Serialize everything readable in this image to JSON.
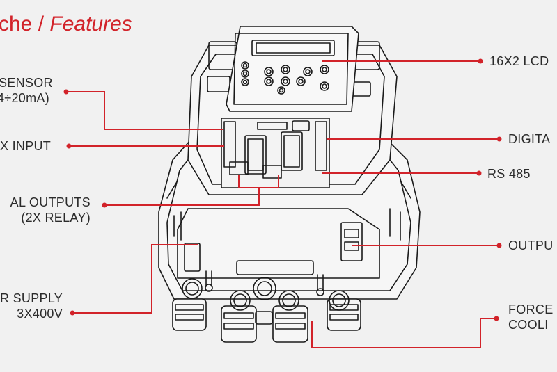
{
  "title": {
    "prefix": "che / ",
    "italic": "Features"
  },
  "labels": {
    "sensor_line1": "SENSOR",
    "sensor_line2": "4÷20mA)",
    "x_input": "X INPUT",
    "al_outputs_line1": "AL OUTPUTS",
    "al_outputs_line2": "(2X RELAY)",
    "supply_line1": "R SUPPLY",
    "supply_line2": "3X400V",
    "lcd": "16X2 LCD",
    "digita": "DIGITA",
    "rs485": "RS 485",
    "outpu": "OUTPU",
    "force": "FORCE",
    "cooli": "COOLI"
  },
  "colors": {
    "accent": "#d2232a",
    "line": "#1a1a1a",
    "background": "#f1f1f1"
  }
}
